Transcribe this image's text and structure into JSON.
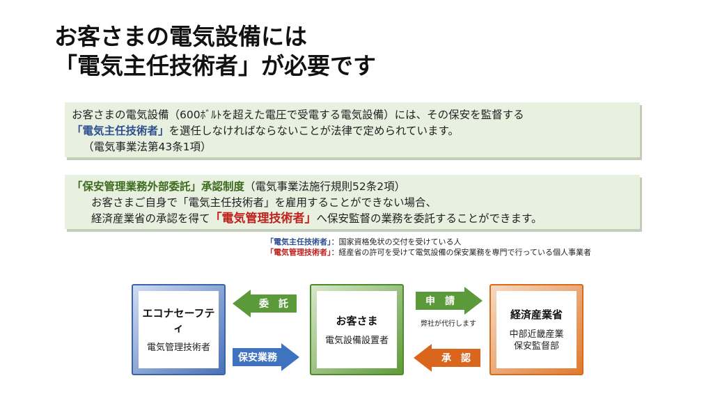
{
  "title": {
    "line1": "お客さまの電気設備には",
    "line2": "「電気主任技術者」が必要です"
  },
  "box1": {
    "l1": "お客さまの電気設備（600ﾎﾞﾙﾄを超えた電圧で受電する電気設備）には、その保安を監督する",
    "l2a": "「電気主任技術者」",
    "l2b": "を選任しなければならないことが法律で定められています。",
    "l3": "（電気事業法第43条1項）"
  },
  "box2": {
    "l1a": "「保安管理業務外部委託」承認制度",
    "l1b": "（電気事業法施行規則52条2項）",
    "l2": "お客さまご自身で「電気主任技術者」を雇用することができない場合、",
    "l3a": "経済産業省の承認を得て",
    "l3b": "「電気管理技術者」",
    "l3c": "へ保安監督の業務を委託することができます。"
  },
  "notes": {
    "n1_term": "「電気主任技術者」",
    "n1_desc": "：国家資格免状の交付を受けている人",
    "n2_term": "「電気管理技術者」",
    "n2_desc": "：経産省の許可を受けて電気設備の保安業務を専門で行っている個人事業者"
  },
  "entities": {
    "left": {
      "name": "エコナセーフティ",
      "role": "電気管理技術者"
    },
    "center": {
      "name": "お客さま",
      "role": "電気設備設置者"
    },
    "right": {
      "name": "経済産業省",
      "role1": "中部近畿産業",
      "role2": "保安監督部"
    }
  },
  "arrows": {
    "itaku": "委　託",
    "hoan": "保安業務",
    "shinsei": "申　請",
    "shonin": "承　認",
    "proxy": "弊社が代行します"
  },
  "colors": {
    "green_arrow": "#5a9a3a",
    "blue_arrow": "#3f72bf",
    "orange_arrow": "#d9661c"
  }
}
